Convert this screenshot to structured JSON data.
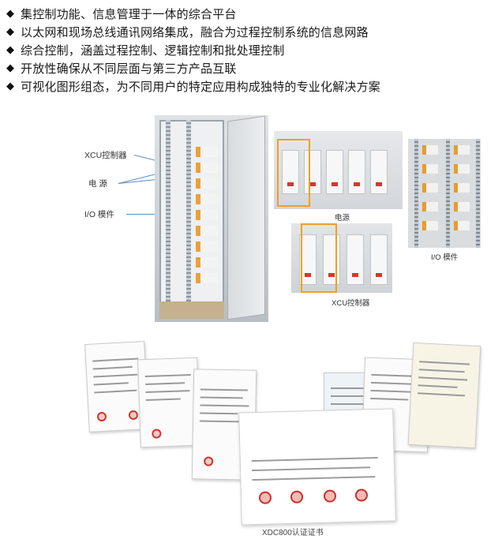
{
  "features": [
    "集控制功能、信息管理于一体的综合平台",
    "以太网和现场总线通讯网络集成，融合为过程控制系统的信息网路",
    "综合控制，涵盖过程控制、逻辑控制和批处理控制",
    "开放性确保从不同层面与第三方产品互联",
    "可视化图形组态，为不同用户的特定应用构成独特的专业化解决方案"
  ],
  "bullet_glyph": "◆",
  "cabinet": {
    "labels": {
      "xcu": "XCU控制器",
      "power": "电  源",
      "io": "I/O 模件"
    }
  },
  "captions": {
    "power": "电源",
    "xcu": "XCU控制器",
    "io": "I/O 模件",
    "certificate": "XDC800认证证书"
  },
  "colors": {
    "highlight": "#f0a020",
    "leader_line": "#5b8fc7",
    "module_accent": "#e8a23c",
    "seal_red": "#cc2f29"
  }
}
